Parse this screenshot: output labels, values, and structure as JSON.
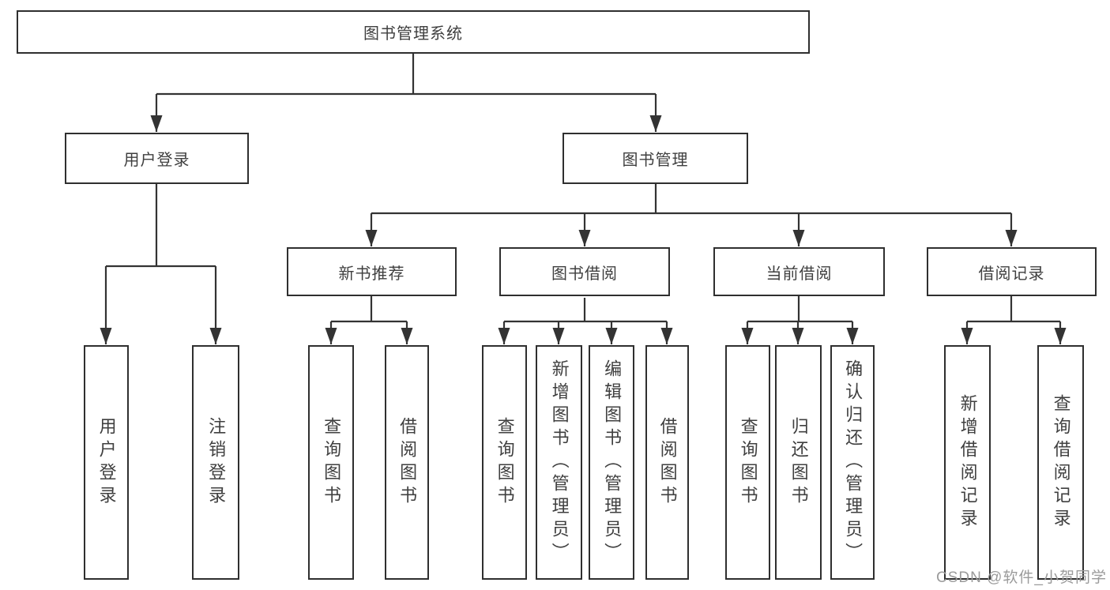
{
  "tree": {
    "root_label": "图书管理系统",
    "branches": [
      {
        "label": "用户登录",
        "leaves": [
          "用户登录",
          "注销登录"
        ]
      },
      {
        "label": "图书管理",
        "children": [
          {
            "label": "新书推荐",
            "leaves": [
              "查询图书",
              "借阅图书"
            ]
          },
          {
            "label": "图书借阅",
            "leaves": [
              "查询图书",
              "新增图书（管理员）",
              "编辑图书（管理员）",
              "借阅图书"
            ]
          },
          {
            "label": "当前借阅",
            "leaves": [
              "查询图书",
              "归还图书",
              "确认归还（管理员）"
            ]
          },
          {
            "label": "借阅记录",
            "leaves": [
              "新增借阅记录",
              "查询借阅记录"
            ]
          }
        ]
      }
    ]
  },
  "watermark": {
    "text": "CSDN @软件_小贺同学"
  },
  "colors": {
    "line": "#333333",
    "box_border": "#2f2f2f",
    "text": "#3f3f3f",
    "watermark": "#9b9b9b",
    "background": "#ffffff"
  }
}
